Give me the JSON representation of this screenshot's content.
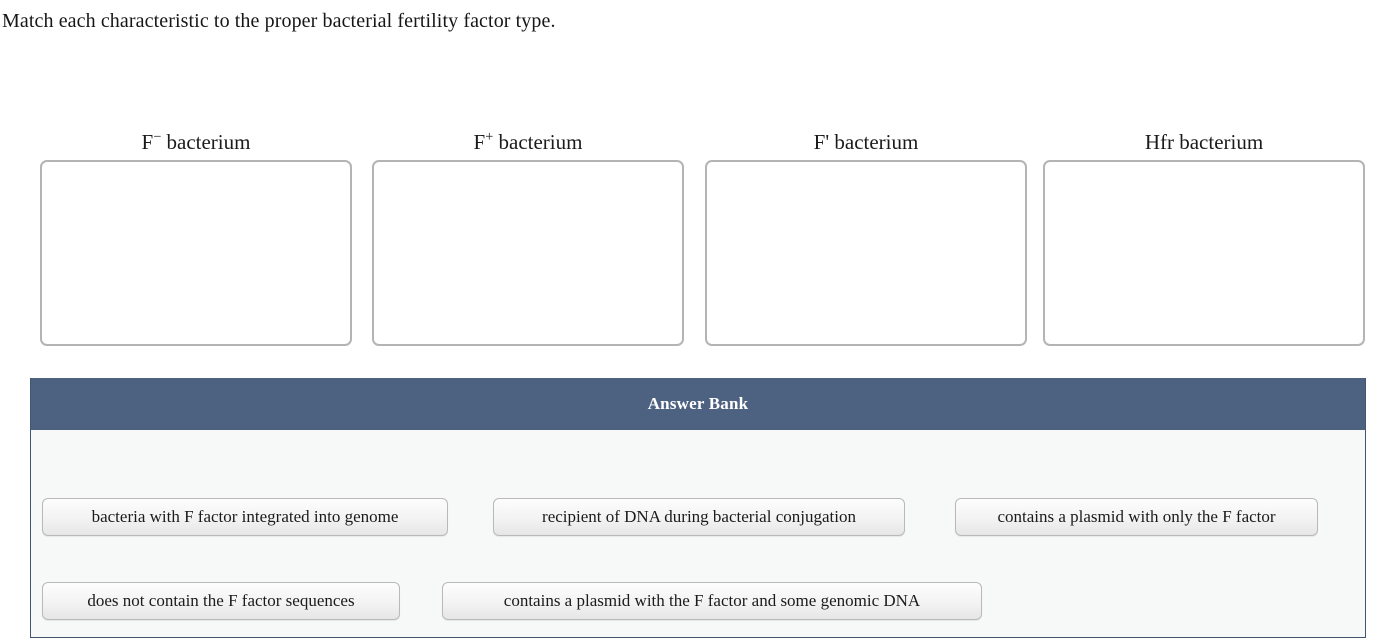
{
  "prompt": {
    "text": "Match each characteristic to the proper bacterial fertility factor type."
  },
  "categories": [
    {
      "label_main": "F",
      "label_sup": "−",
      "label_tail": " bacterium",
      "full_label": "F− bacterium"
    },
    {
      "label_main": "F",
      "label_sup": "+",
      "label_tail": " bacterium",
      "full_label": "F+ bacterium"
    },
    {
      "label_main": "F'",
      "label_sup": "",
      "label_tail": " bacterium",
      "full_label": "F' bacterium"
    },
    {
      "label_main": "Hfr",
      "label_sup": "",
      "label_tail": " bacterium",
      "full_label": "Hfr bacterium"
    }
  ],
  "answer_bank": {
    "title": "Answer Bank",
    "items": [
      "bacteria with F factor integrated into genome",
      "recipient of DNA during bacterial conjugation",
      "contains a plasmid with only the F factor",
      "does not contain the F factor sequences",
      "contains a plasmid with the F factor and some genomic DNA"
    ]
  },
  "colors": {
    "bank_header_bg": "#4d6180",
    "bank_header_text": "#ffffff",
    "bank_body_bg": "#f7f8f8",
    "bank_border": "#3f5570",
    "zone_border": "#b4b4b4",
    "tile_border": "#b9b9b9",
    "page_bg": "#ffffff",
    "text": "#1b1b1b"
  }
}
